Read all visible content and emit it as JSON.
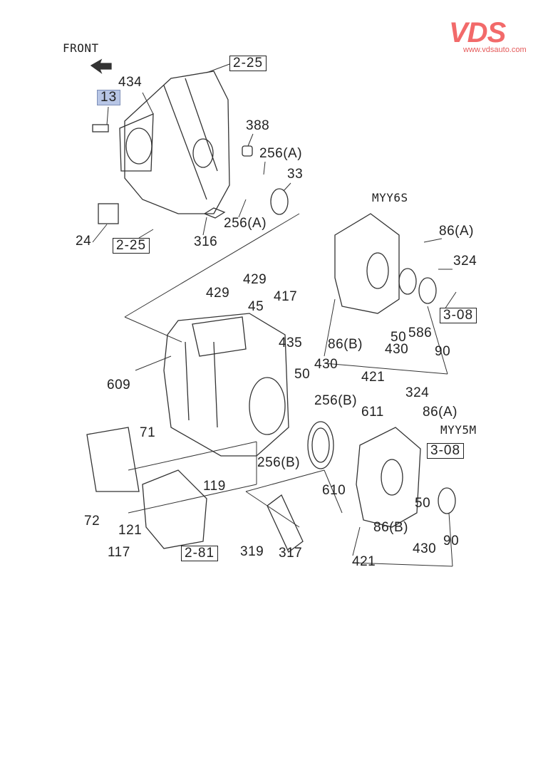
{
  "logo": {
    "brand": "VDS",
    "url": "www.vdsauto.com",
    "color": "#f26a6a"
  },
  "direction_label": "FRONT",
  "variants": [
    "MYY6S",
    "MYY5M"
  ],
  "refs": {
    "r1": "2-25",
    "r2": "2-25",
    "r3": "3-08",
    "r4": "3-08",
    "r5": "2-81"
  },
  "highlighted_part": "13",
  "parts": {
    "p434": "434",
    "p388": "388",
    "p256a1": "256(A)",
    "p33": "33",
    "p24": "24",
    "p316": "316",
    "p256a2": "256(A)",
    "p86a1": "86(A)",
    "p324a": "324",
    "p429a": "429",
    "p429b": "429",
    "p417": "417",
    "p45": "45",
    "p435": "435",
    "p50a": "50",
    "p586": "586",
    "p430a": "430",
    "p86b1": "86(B)",
    "p90a": "90",
    "p421a": "421",
    "p609": "609",
    "p50b": "50",
    "p430b": "430",
    "p256b1": "256(B)",
    "p611": "611",
    "p324b": "324",
    "p86a2": "86(A)",
    "p71": "71",
    "p256b2": "256(B)",
    "p610": "610",
    "p119": "119",
    "p50c": "50",
    "p72": "72",
    "p121": "121",
    "p86b2": "86(B)",
    "p117": "117",
    "p319": "319",
    "p317": "317",
    "p430c": "430",
    "p90b": "90",
    "p421b": "421"
  }
}
